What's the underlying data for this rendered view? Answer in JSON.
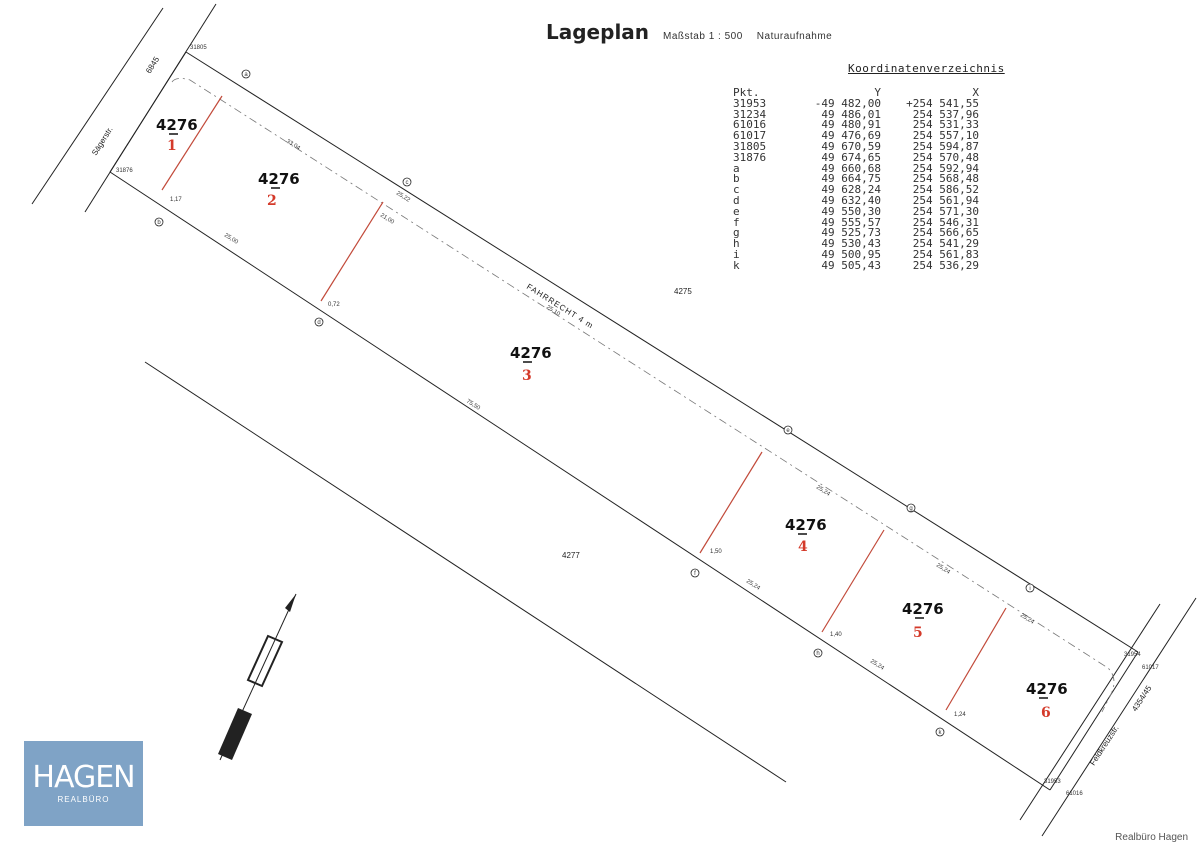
{
  "title": {
    "main": "Lageplan",
    "scale": "Maßstab  1 : 500",
    "method": "Naturaufnahme"
  },
  "coordinates": {
    "heading": "Koordinatenverzeichnis",
    "header": [
      "Pkt.",
      "Y",
      "X"
    ],
    "rows": [
      [
        "31953",
        "-49 482,00",
        "+254 541,55"
      ],
      [
        "31234",
        "49 486,01",
        "254 537,96"
      ],
      [
        "61016",
        "49 480,91",
        "254 531,33"
      ],
      [
        "61017",
        "49 476,69",
        "254 557,10"
      ],
      [
        "31805",
        "49 670,59",
        "254 594,87"
      ],
      [
        "31876",
        "49 674,65",
        "254 570,48"
      ],
      [
        "a",
        "49 660,68",
        "254 592,94"
      ],
      [
        "b",
        "49 664,75",
        "254 568,48"
      ],
      [
        "c",
        "49 628,24",
        "254 586,52"
      ],
      [
        "d",
        "49 632,40",
        "254 561,94"
      ],
      [
        "e",
        "49 550,30",
        "254 571,30"
      ],
      [
        "f",
        "49 555,57",
        "254 546,31"
      ],
      [
        "g",
        "49 525,73",
        "254 566,65"
      ],
      [
        "h",
        "49 530,43",
        "254 541,29"
      ],
      [
        "i",
        "49 500,95",
        "254 561,83"
      ],
      [
        "k",
        "49 505,43",
        "254 536,29"
      ]
    ]
  },
  "streets": {
    "left": "Sägerstr.",
    "left_number": "6845",
    "right": "Feldkreuzstr.",
    "right_number": "4354/45",
    "right_of_way": "FAHRRECHT  4 m"
  },
  "neighbors": {
    "north": "4275",
    "south": "4277"
  },
  "parcels": [
    {
      "number": "4276",
      "index": "1"
    },
    {
      "number": "4276",
      "index": "2"
    },
    {
      "number": "4276",
      "index": "3"
    },
    {
      "number": "4276",
      "index": "4"
    },
    {
      "number": "4276",
      "index": "5"
    },
    {
      "number": "4276",
      "index": "6"
    }
  ],
  "points": {
    "p31805": "31805",
    "p31876": "31876",
    "p31954": "31954",
    "p61017": "61017",
    "p31953": "31953",
    "p61016": "61016",
    "a": "a",
    "b": "b",
    "c": "c",
    "d": "d",
    "e": "e",
    "f": "f",
    "g": "g",
    "h": "h",
    "i": "i",
    "k": "k"
  },
  "measures": {
    "m1": "33,04",
    "m2": "25,22",
    "m3": "21,00",
    "m4": "25,10",
    "m5": "25,00",
    "m6": "75,50",
    "m7": "25,24",
    "m8": "25,24",
    "m9": "25,24",
    "m10": "25,24",
    "m11": "25,24",
    "m12": "1,17",
    "m13": "0,72",
    "m14": "1,50",
    "m15": "1,40",
    "m16": "1,24"
  },
  "logo": {
    "word": "HAGEN",
    "sub": "REALBÜRO"
  },
  "watermark": "Realbüro Hagen"
}
